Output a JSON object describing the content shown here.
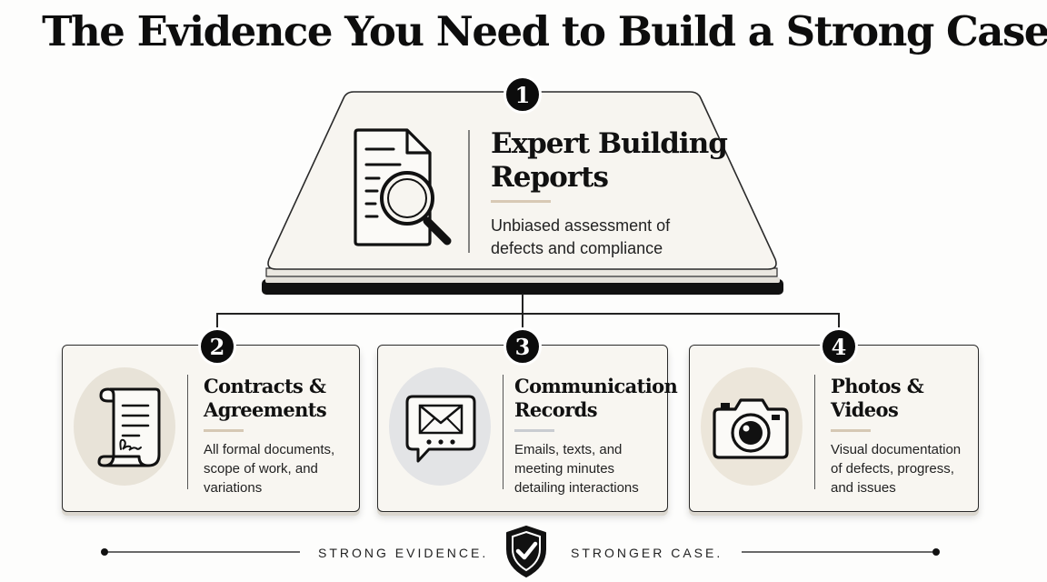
{
  "title": "The Evidence You Need to Build a Strong Case",
  "main": {
    "number": "1",
    "title_line1": "Expert Building",
    "title_line2": "Reports",
    "desc_line1": "Unbiased assessment of",
    "desc_line2": "defects and compliance",
    "icon": "document-magnifier-icon"
  },
  "cards": [
    {
      "number": "2",
      "title_line1": "Contracts &",
      "title_line2": "Agreements",
      "desc_line1": "All formal documents,",
      "desc_line2": "scope of work, and",
      "desc_line3": "variations",
      "icon": "signed-scroll-icon",
      "circle_color": "#e8e3d8",
      "bar_color": "#d6c8b4"
    },
    {
      "number": "3",
      "title_line1": "Communication",
      "title_line2": "Records",
      "desc_line1": "Emails, texts, and",
      "desc_line2": "meeting minutes",
      "desc_line3": "detailing interactions",
      "icon": "envelope-chat-icon",
      "circle_color": "#e3e4e6",
      "bar_color": "#c9ccd1"
    },
    {
      "number": "4",
      "title_line1": "Photos &",
      "title_line2": "Videos",
      "desc_line1": "Visual documentation",
      "desc_line2": "of defects, progress,",
      "desc_line3": "and issues",
      "icon": "camera-icon",
      "circle_color": "#ece6da",
      "bar_color": "#d6c8b4"
    }
  ],
  "footer": {
    "left": "STRONG EVIDENCE.",
    "right": "STRONGER CASE.",
    "icon": "shield-check-icon"
  },
  "colors": {
    "accent_bar": "#d8c9b5",
    "card_bg": "#f8f6f1",
    "ink": "#0c0c0c"
  }
}
